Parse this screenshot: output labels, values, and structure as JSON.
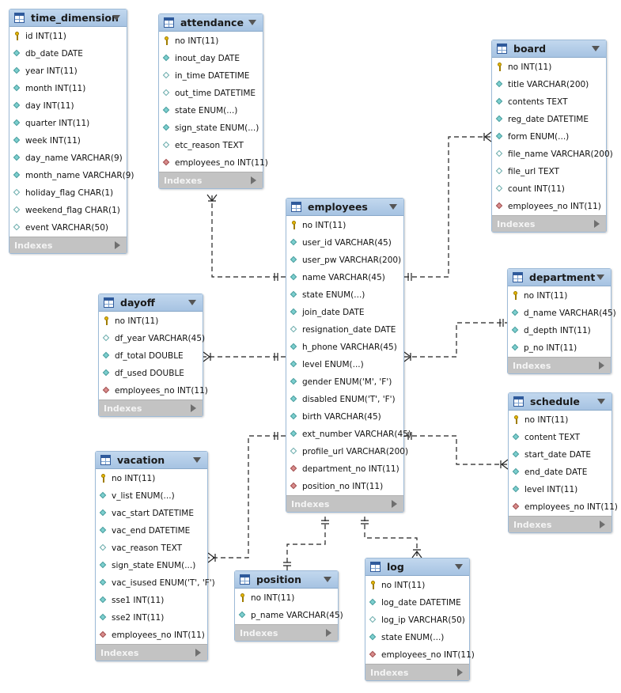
{
  "footer_label": "Indexes",
  "colors": {
    "header_bg": "#b4cde8",
    "footer_bg": "#c3c3c3",
    "pk_icon": "#e6b800",
    "nn_icon": "#7ccfcf",
    "fk_icon": "#d98c8c",
    "connector": "#222222"
  },
  "tables": {
    "time_dimension": {
      "name": "time_dimension",
      "columns": [
        {
          "kind": "pk",
          "text": "id INT(11)"
        },
        {
          "kind": "nn",
          "text": "db_date DATE"
        },
        {
          "kind": "nn",
          "text": "year INT(11)"
        },
        {
          "kind": "nn",
          "text": "month INT(11)"
        },
        {
          "kind": "nn",
          "text": "day INT(11)"
        },
        {
          "kind": "nn",
          "text": "quarter INT(11)"
        },
        {
          "kind": "nn",
          "text": "week INT(11)"
        },
        {
          "kind": "nn",
          "text": "day_name VARCHAR(9)"
        },
        {
          "kind": "nn",
          "text": "month_name VARCHAR(9)"
        },
        {
          "kind": "null",
          "text": "holiday_flag CHAR(1)"
        },
        {
          "kind": "null",
          "text": "weekend_flag CHAR(1)"
        },
        {
          "kind": "null",
          "text": "event VARCHAR(50)"
        }
      ]
    },
    "attendance": {
      "name": "attendance",
      "columns": [
        {
          "kind": "pk",
          "text": "no INT(11)"
        },
        {
          "kind": "nn",
          "text": "inout_day DATE"
        },
        {
          "kind": "null",
          "text": "in_time DATETIME"
        },
        {
          "kind": "null",
          "text": "out_time DATETIME"
        },
        {
          "kind": "nn",
          "text": "state ENUM(...)"
        },
        {
          "kind": "nn",
          "text": "sign_state ENUM(...)"
        },
        {
          "kind": "null",
          "text": "etc_reason TEXT"
        },
        {
          "kind": "fk",
          "text": "employees_no INT(11)"
        }
      ]
    },
    "board": {
      "name": "board",
      "columns": [
        {
          "kind": "pk",
          "text": "no INT(11)"
        },
        {
          "kind": "nn",
          "text": "title VARCHAR(200)"
        },
        {
          "kind": "nn",
          "text": "contents TEXT"
        },
        {
          "kind": "nn",
          "text": "reg_date DATETIME"
        },
        {
          "kind": "nn",
          "text": "form ENUM(...)"
        },
        {
          "kind": "null",
          "text": "file_name VARCHAR(200)"
        },
        {
          "kind": "null",
          "text": "file_url TEXT"
        },
        {
          "kind": "null",
          "text": "count INT(11)"
        },
        {
          "kind": "fk",
          "text": "employees_no INT(11)"
        }
      ]
    },
    "employees": {
      "name": "employees",
      "columns": [
        {
          "kind": "pk",
          "text": "no INT(11)"
        },
        {
          "kind": "nn",
          "text": "user_id VARCHAR(45)"
        },
        {
          "kind": "nn",
          "text": "user_pw VARCHAR(200)"
        },
        {
          "kind": "nn",
          "text": "name VARCHAR(45)"
        },
        {
          "kind": "nn",
          "text": "state ENUM(...)"
        },
        {
          "kind": "nn",
          "text": "join_date DATE"
        },
        {
          "kind": "null",
          "text": "resignation_date DATE"
        },
        {
          "kind": "nn",
          "text": "h_phone VARCHAR(45)"
        },
        {
          "kind": "nn",
          "text": "level ENUM(...)"
        },
        {
          "kind": "nn",
          "text": "gender ENUM('M', 'F')"
        },
        {
          "kind": "nn",
          "text": "disabled ENUM('T', 'F')"
        },
        {
          "kind": "nn",
          "text": "birth VARCHAR(45)"
        },
        {
          "kind": "nn",
          "text": "ext_number VARCHAR(45)"
        },
        {
          "kind": "null",
          "text": "profile_url VARCHAR(200)"
        },
        {
          "kind": "fk",
          "text": "department_no INT(11)"
        },
        {
          "kind": "fk",
          "text": "position_no INT(11)"
        }
      ]
    },
    "department": {
      "name": "department",
      "columns": [
        {
          "kind": "pk",
          "text": "no INT(11)"
        },
        {
          "kind": "nn",
          "text": "d_name VARCHAR(45)"
        },
        {
          "kind": "nn",
          "text": "d_depth INT(11)"
        },
        {
          "kind": "nn",
          "text": "p_no INT(11)"
        }
      ]
    },
    "dayoff": {
      "name": "dayoff",
      "columns": [
        {
          "kind": "pk",
          "text": "no INT(11)"
        },
        {
          "kind": "null",
          "text": "df_year VARCHAR(45)"
        },
        {
          "kind": "nn",
          "text": "df_total DOUBLE"
        },
        {
          "kind": "nn",
          "text": "df_used DOUBLE"
        },
        {
          "kind": "fk",
          "text": "employees_no INT(11)"
        }
      ]
    },
    "schedule": {
      "name": "schedule",
      "columns": [
        {
          "kind": "pk",
          "text": "no INT(11)"
        },
        {
          "kind": "nn",
          "text": "content TEXT"
        },
        {
          "kind": "nn",
          "text": "start_date DATE"
        },
        {
          "kind": "nn",
          "text": "end_date DATE"
        },
        {
          "kind": "nn",
          "text": "level INT(11)"
        },
        {
          "kind": "fk",
          "text": "employees_no INT(11)"
        }
      ]
    },
    "vacation": {
      "name": "vacation",
      "columns": [
        {
          "kind": "pk",
          "text": "no INT(11)"
        },
        {
          "kind": "nn",
          "text": "v_list ENUM(...)"
        },
        {
          "kind": "nn",
          "text": "vac_start DATETIME"
        },
        {
          "kind": "nn",
          "text": "vac_end DATETIME"
        },
        {
          "kind": "null",
          "text": "vac_reason TEXT"
        },
        {
          "kind": "nn",
          "text": "sign_state ENUM(...)"
        },
        {
          "kind": "nn",
          "text": "vac_isused ENUM('T', 'F')"
        },
        {
          "kind": "nn",
          "text": "sse1 INT(11)"
        },
        {
          "kind": "nn",
          "text": "sse2 INT(11)"
        },
        {
          "kind": "fk",
          "text": "employees_no INT(11)"
        }
      ]
    },
    "position": {
      "name": "position",
      "columns": [
        {
          "kind": "pk",
          "text": "no INT(11)"
        },
        {
          "kind": "nn",
          "text": "p_name VARCHAR(45)"
        }
      ]
    },
    "log": {
      "name": "log",
      "columns": [
        {
          "kind": "pk",
          "text": "no INT(11)"
        },
        {
          "kind": "nn",
          "text": "log_date DATETIME"
        },
        {
          "kind": "null",
          "text": "log_ip VARCHAR(50)"
        },
        {
          "kind": "nn",
          "text": "state ENUM(...)"
        },
        {
          "kind": "fk",
          "text": "employees_no INT(11)"
        }
      ]
    }
  }
}
